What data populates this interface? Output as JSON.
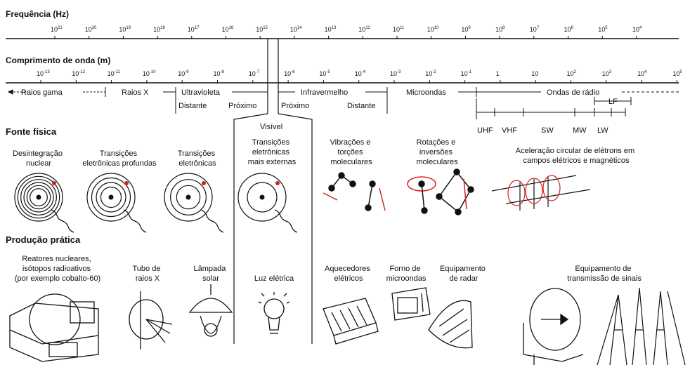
{
  "frequency": {
    "title": "Frequência (Hz)",
    "ticks": [
      {
        "base": "10",
        "exp": "21"
      },
      {
        "base": "10",
        "exp": "20"
      },
      {
        "base": "10",
        "exp": "19"
      },
      {
        "base": "10",
        "exp": "18"
      },
      {
        "base": "10",
        "exp": "17"
      },
      {
        "base": "10",
        "exp": "16"
      },
      {
        "base": "10",
        "exp": "15"
      },
      {
        "base": "10",
        "exp": "14"
      },
      {
        "base": "10",
        "exp": "13"
      },
      {
        "base": "10",
        "exp": "12"
      },
      {
        "base": "10",
        "exp": "11"
      },
      {
        "base": "10",
        "exp": "10"
      },
      {
        "base": "10",
        "exp": "9"
      },
      {
        "base": "10",
        "exp": "8"
      },
      {
        "base": "10",
        "exp": "7"
      },
      {
        "base": "10",
        "exp": "6"
      },
      {
        "base": "10",
        "exp": "5"
      },
      {
        "base": "10",
        "exp": "4"
      }
    ]
  },
  "wavelength": {
    "title": "Comprimento de onda (m)",
    "ticks": [
      {
        "base": "10",
        "exp": "-13"
      },
      {
        "base": "10",
        "exp": "-12"
      },
      {
        "base": "10",
        "exp": "-11"
      },
      {
        "base": "10",
        "exp": "-10"
      },
      {
        "base": "10",
        "exp": "-9"
      },
      {
        "base": "10",
        "exp": "-8"
      },
      {
        "base": "10",
        "exp": "-7"
      },
      {
        "base": "10",
        "exp": "-6"
      },
      {
        "base": "10",
        "exp": "-5"
      },
      {
        "base": "10",
        "exp": "-4"
      },
      {
        "base": "10",
        "exp": "-3"
      },
      {
        "base": "10",
        "exp": "-2"
      },
      {
        "base": "10",
        "exp": "-1"
      },
      {
        "base": "1",
        "exp": ""
      },
      {
        "base": "10",
        "exp": ""
      },
      {
        "base": "10",
        "exp": "2"
      },
      {
        "base": "10",
        "exp": "3"
      },
      {
        "base": "10",
        "exp": "4"
      },
      {
        "base": "10",
        "exp": "5"
      }
    ]
  },
  "bands": {
    "gamma": "Raios gama",
    "xray": "Raios X",
    "uv": "Ultravioleta",
    "uv_far": "Distante",
    "uv_near": "Próximo",
    "visible": "Visível",
    "ir": "Infravermelho",
    "ir_near": "Próximo",
    "ir_far": "Distante",
    "microwave": "Microondas",
    "radio": "Ondas de rádio",
    "lf": "LF",
    "sub": [
      "UHF",
      "VHF",
      "SW",
      "MW",
      "LW"
    ]
  },
  "sources": {
    "title": "Fonte física",
    "items": [
      [
        "Desintegração",
        "nuclear"
      ],
      [
        "Transições",
        "eletrônicas profundas"
      ],
      [
        "Transições",
        "eletrônicas"
      ],
      [
        "Transições",
        "eletrônicas",
        "mais externas"
      ],
      [
        "Vibrações e",
        "torções",
        "moleculares"
      ],
      [
        "Rotações e",
        "inversões",
        "moleculares"
      ],
      [
        "Aceleração circular de elétrons em",
        "campos elétricos e magnéticos"
      ]
    ]
  },
  "production": {
    "title": "Produção prática",
    "items": [
      [
        "Reatores nucleares,",
        "isótopos radioativos",
        "(por exemplo cobalto-60)"
      ],
      [
        "Tubo de",
        "raios X"
      ],
      [
        "Lâmpada",
        "solar"
      ],
      [
        "Luz elétrica"
      ],
      [
        "Aquecedores",
        "elétricos"
      ],
      [
        "Forno de",
        "microondas"
      ],
      [
        "Equipamento",
        "de radar"
      ],
      [
        "Equipamento de",
        "transmissão de sinais"
      ]
    ]
  },
  "colors": {
    "ink": "#111111",
    "accent": "#d42020"
  }
}
